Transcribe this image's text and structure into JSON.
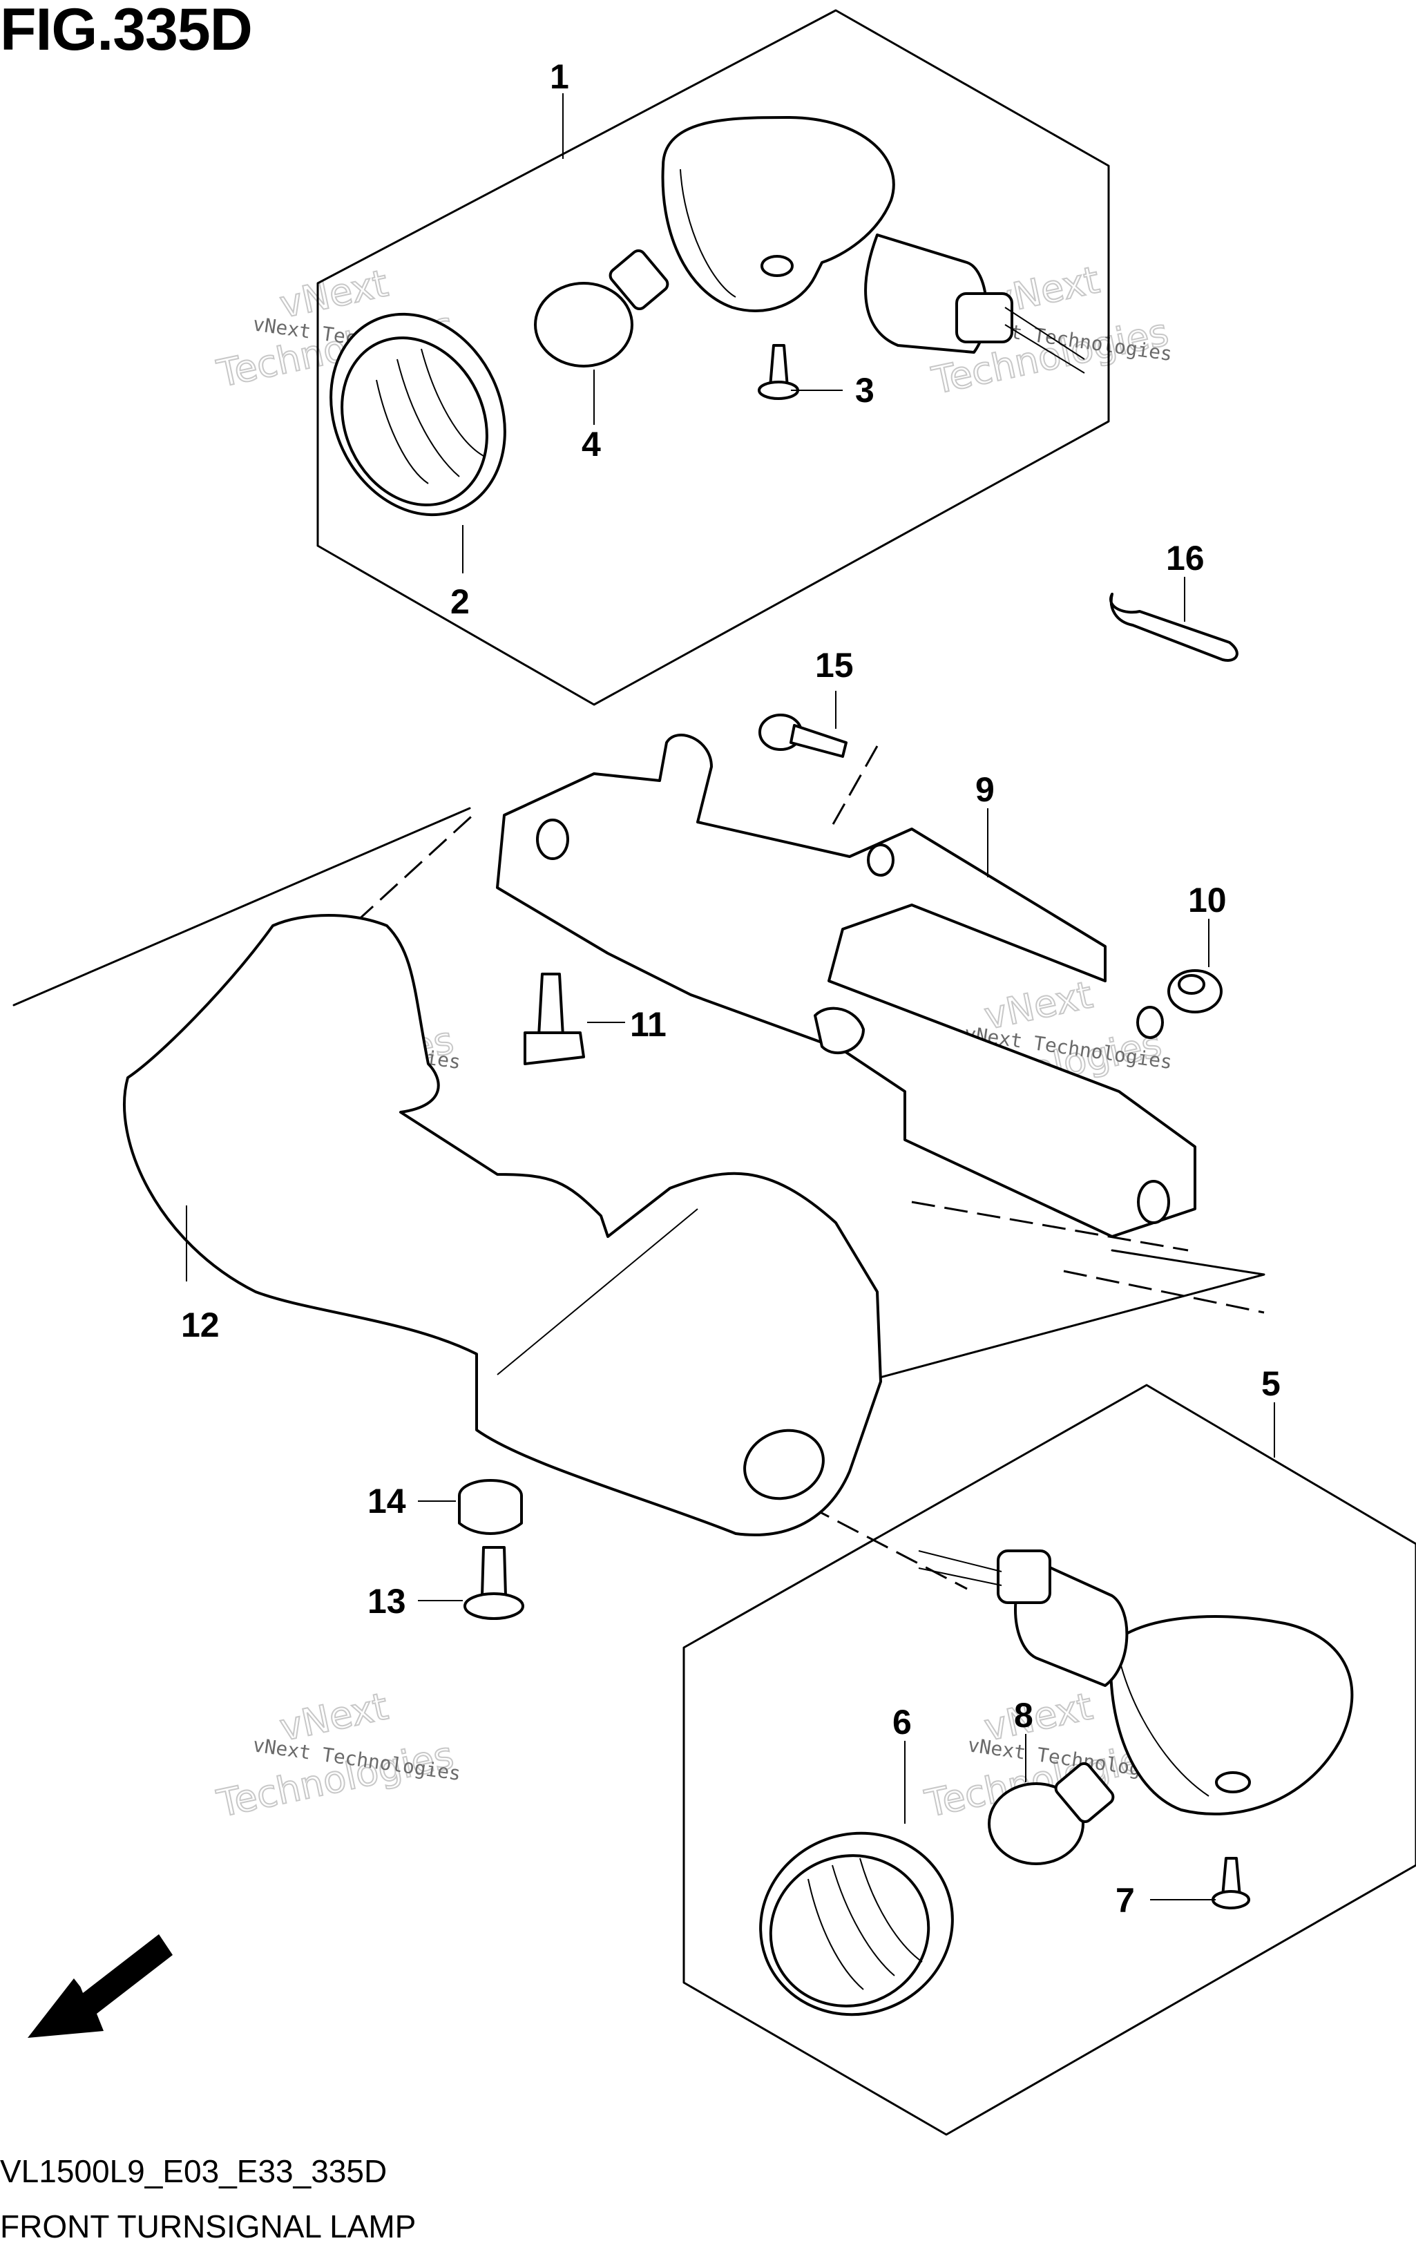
{
  "figure_title": "FIG.335D",
  "footer": {
    "model_code": "VL1500L9_E03_E33_335D",
    "section_name": "FRONT TURNSIGNAL LAMP"
  },
  "watermark": {
    "line1": "vNext Technologies",
    "line2": "Technologies",
    "line3": "vNext"
  },
  "direction_label": "FWD",
  "callouts": [
    {
      "id": "1",
      "label": "1"
    },
    {
      "id": "2",
      "label": "2"
    },
    {
      "id": "3",
      "label": "3"
    },
    {
      "id": "4",
      "label": "4"
    },
    {
      "id": "5",
      "label": "5"
    },
    {
      "id": "6",
      "label": "6"
    },
    {
      "id": "7",
      "label": "7"
    },
    {
      "id": "8",
      "label": "8"
    },
    {
      "id": "9",
      "label": "9"
    },
    {
      "id": "10",
      "label": "10"
    },
    {
      "id": "11",
      "label": "11"
    },
    {
      "id": "12",
      "label": "12"
    },
    {
      "id": "13",
      "label": "13"
    },
    {
      "id": "14",
      "label": "14"
    },
    {
      "id": "15",
      "label": "15"
    },
    {
      "id": "16",
      "label": "16"
    }
  ]
}
